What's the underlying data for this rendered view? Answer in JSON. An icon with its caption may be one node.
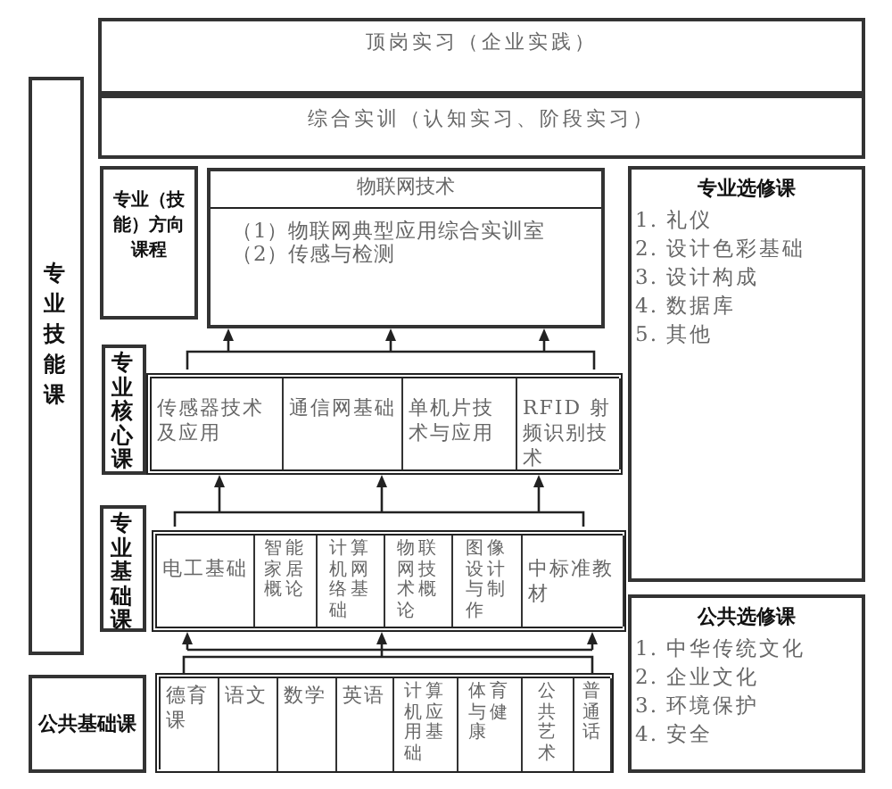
{
  "diagram": {
    "nodes": [
      {
        "text": [
          "顶岗实习（企业实践）"
        ]
      },
      {
        "text": [
          "综合实训（认知实习、阶段实习）"
        ]
      },
      {
        "text": [
          "专业技能课"
        ]
      },
      {
        "text": [
          "专业（技能）方向课程"
        ]
      },
      {
        "text": [
          "物联网技术",
          "（1）物联网典型应用综合实训室",
          "（2）传感与检测"
        ]
      },
      {
        "text": [
          "专业选修课",
          "1. 礼仪",
          "2. 设计色彩基础",
          "3. 设计构成",
          "4. 数据库",
          "5. 其他"
        ]
      },
      {
        "text": [
          "专业核心课"
        ]
      },
      {
        "text": [],
        "shape": "box"
      },
      {
        "text": [
          "传感器技术及应用"
        ],
        "in": 7
      },
      {
        "text": [
          "通信网基础"
        ],
        "in": 7
      },
      {
        "text": [
          "单机片技术与应用"
        ],
        "in": 7
      },
      {
        "text": [
          "RFID 射频识别技术"
        ],
        "in": 7
      },
      {
        "text": [
          "专业基础课"
        ]
      },
      {
        "text": [],
        "shape": "box"
      },
      {
        "text": [
          "电工基础"
        ],
        "in": 13
      },
      {
        "text": [
          "智能家居概论"
        ],
        "in": 13
      },
      {
        "text": [
          "计算机网络基础"
        ],
        "in": 13
      },
      {
        "text": [
          "物联网技术概论"
        ],
        "in": 13
      },
      {
        "text": [
          "图像设计与制作"
        ],
        "in": 13
      },
      {
        "text": [
          "中标准教材"
        ],
        "in": 13
      },
      {
        "text": [
          "公共基础课"
        ]
      },
      {
        "text": [],
        "shape": "box"
      },
      {
        "text": [
          "德育课"
        ],
        "in": 21
      },
      {
        "text": [
          "语文"
        ],
        "in": 21
      },
      {
        "text": [
          "数学"
        ],
        "in": 21
      },
      {
        "text": [
          "英语"
        ],
        "in": 21
      },
      {
        "text": [
          "计算机应用基础"
        ],
        "in": 21
      },
      {
        "text": [
          "体育与健康"
        ],
        "in": 21
      },
      {
        "text": [
          "公共艺术"
        ],
        "in": 21
      },
      {
        "text": [
          "普通话"
        ],
        "in": 21
      },
      {
        "text": [
          "公共选修课",
          "1. 中华传统文化",
          "2. 企业文化",
          "3. 环境保护",
          "4. 安全"
        ]
      }
    ],
    "edges": [
      {
        "from": 7,
        "to": 4,
        "arrow": "to"
      },
      {
        "from": 13,
        "to": 7,
        "arrow": "to"
      },
      {
        "from": 21,
        "to": 13,
        "arrow": "to"
      }
    ]
  }
}
